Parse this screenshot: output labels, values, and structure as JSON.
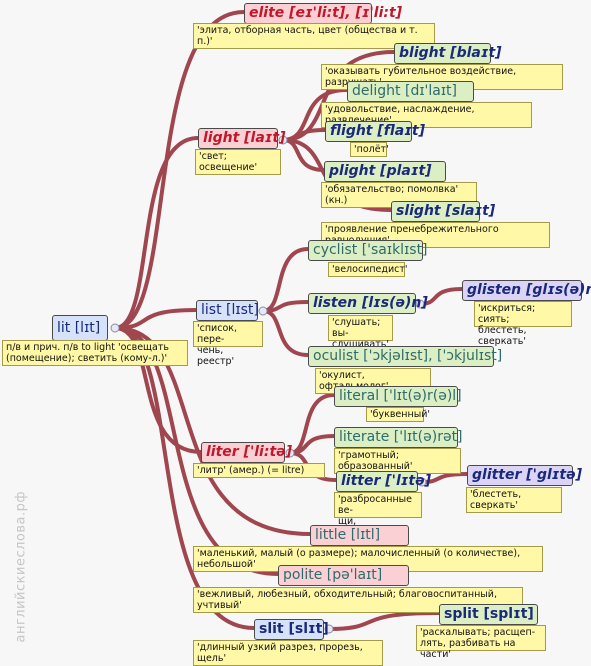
{
  "nodes": {
    "lit": {
      "label": "lit [lɪt]",
      "note": "п/в и прич. п/в to light 'освещать (помещение); светить (кому-л.)'"
    },
    "elite": {
      "label": "elite [eɪ'li:t], [ɪ'li:t]",
      "note": "'элита, отборная часть, цвет (общества и т. п.)'"
    },
    "light": {
      "label": "light [laɪt]",
      "note": "'свет; освещение'"
    },
    "blight": {
      "label": "blight [blaɪt]",
      "note": "'оказывать губительное воздействие, разрушать'"
    },
    "delight": {
      "label": "delight [dɪ'laɪt]",
      "note": "'удовольствие, наслаждение, развлечение'"
    },
    "flight": {
      "label": "flight [flaɪt]",
      "note": "'полёт'"
    },
    "plight": {
      "label": "plight [plaɪt]",
      "note": "'обязательство; помолвка' (кн.)"
    },
    "slight": {
      "label": "slight [slaɪt]",
      "note": "'проявление пренебрежительного равнодушия'"
    },
    "list": {
      "label": "list [lɪst]",
      "note": "'список, пере-\nчень, реестр'"
    },
    "cyclist": {
      "label": "cyclist ['saɪklɪst]",
      "note": "'велосипедист'"
    },
    "listen": {
      "label": "listen [lɪs(ə)n]",
      "note": "'слушать; вы-\nслушивать'"
    },
    "glisten": {
      "label": "glisten [glɪs(ə)n]",
      "note": "'искриться; сиять;\nблестеть, сверкать'"
    },
    "oculist": {
      "label": "oculist ['ɔkjəlɪst], ['ɔkjulɪst]",
      "note": "'окулист, офтальмолог'"
    },
    "liter": {
      "label": "liter ['li:tə]",
      "note": "'литр' (амер.) (= litre)"
    },
    "literal": {
      "label": "literal ['lɪt(ə)r(ə)l]",
      "note": "'буквенный'"
    },
    "literate": {
      "label": "literate ['lɪt(ə)rət]",
      "note": "'грамотный; образованный'"
    },
    "litter": {
      "label": "litter ['lɪtə]",
      "note": "'разбросанные ве-\nщи, беспорядок'"
    },
    "glitter": {
      "label": "glitter ['glɪtə]",
      "note": "'блестеть, сверкать'"
    },
    "little": {
      "label": "little [lɪtl]",
      "note": "'маленький, малый (о размере); малочисленный (о количестве), небольшой'"
    },
    "polite": {
      "label": "polite [pə'laɪt]",
      "note": "'вежливый, любезный, обходительный; благовоспитанный, учтивый'"
    },
    "slit": {
      "label": "slit [slɪt]",
      "note": "'длинный узкий разрез, прорезь, щель'"
    },
    "split": {
      "label": "split [splɪt]",
      "note": "'раскалывать; расщеп-\nлять, разбивать на части'"
    }
  },
  "watermark": "английскиеслова.рф",
  "colors": {
    "edge": "#a0464f",
    "note_bg": "#fff8a6"
  }
}
